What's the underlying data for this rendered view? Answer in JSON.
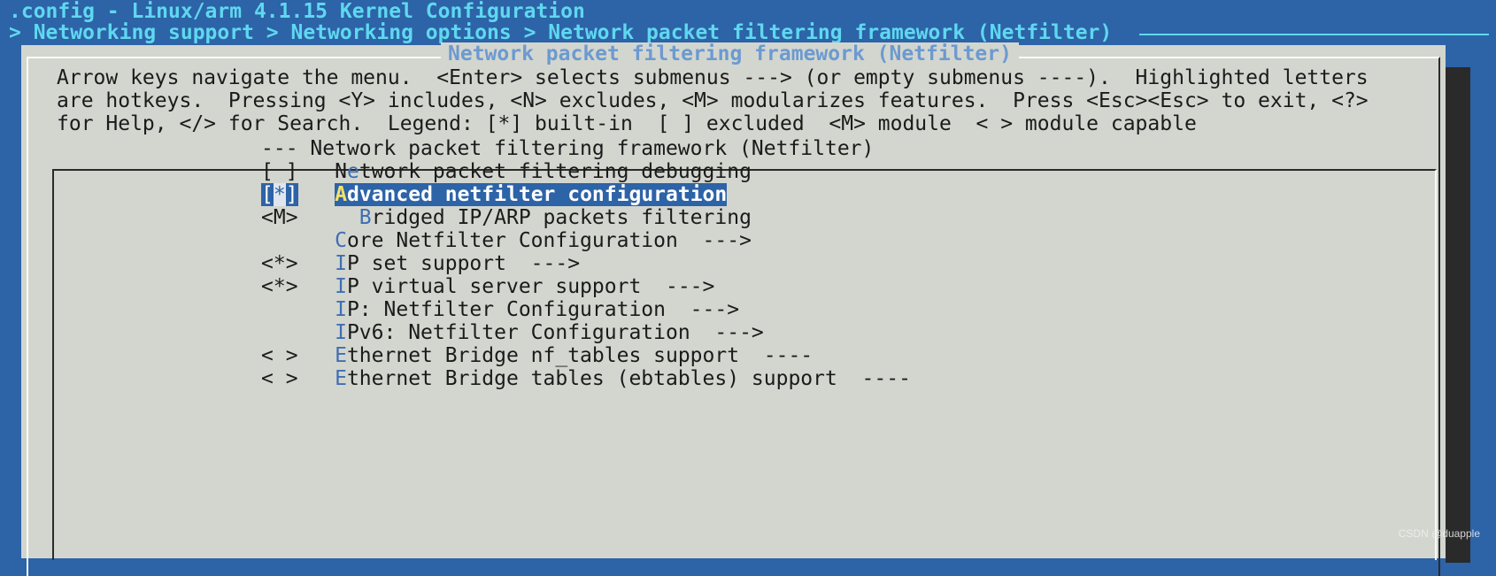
{
  "header": {
    "title": ".config - Linux/arm 4.1.15 Kernel Configuration",
    "breadcrumb": "> Networking support > Networking options > Network packet filtering framework (Netfilter)"
  },
  "dialog": {
    "title": "Network packet filtering framework (Netfilter)",
    "help_lines": [
      "Arrow keys navigate the menu.  <Enter> selects submenus ---> (or empty submenus ----).  Highlighted letters",
      "are hotkeys.  Pressing <Y> includes, <N> excludes, <M> modularizes features.  Press <Esc><Esc> to exit, <?>",
      "for Help, </> for Search.  Legend: [*] built-in  [ ] excluded  <M> module  < > module capable"
    ]
  },
  "menu": {
    "items": [
      {
        "box": "",
        "indent": "",
        "pre": "",
        "hotkey": "",
        "rest": "--- Network packet filtering framework (Netfilter)"
      },
      {
        "box": "[ ]",
        "indent": "",
        "pre": "N",
        "hotkey": "e",
        "rest": "twork packet filtering debugging"
      },
      {
        "box": "[*]",
        "indent": "",
        "pre": "",
        "hotkey": "A",
        "rest": "dvanced netfilter configuration",
        "selected": true
      },
      {
        "box": "<M>",
        "indent": "  ",
        "pre": "",
        "hotkey": "B",
        "rest": "ridged IP/ARP packets filtering"
      },
      {
        "box": "",
        "indent": "",
        "pre": "",
        "hotkey": "C",
        "rest": "ore Netfilter Configuration  --->"
      },
      {
        "box": "<*>",
        "indent": "",
        "pre": "",
        "hotkey": "I",
        "rest": "P set support  --->"
      },
      {
        "box": "<*>",
        "indent": "",
        "pre": "",
        "hotkey": "I",
        "rest": "P virtual server support  --->"
      },
      {
        "box": "",
        "indent": "",
        "pre": "",
        "hotkey": "I",
        "rest": "P: Netfilter Configuration  --->"
      },
      {
        "box": "",
        "indent": "",
        "pre": "",
        "hotkey": "I",
        "rest": "Pv6: Netfilter Configuration  --->"
      },
      {
        "box": "< >",
        "indent": "",
        "pre": "",
        "hotkey": "E",
        "rest": "thernet Bridge nf_tables support  ----"
      },
      {
        "box": "< >",
        "indent": "",
        "pre": "",
        "hotkey": "E",
        "rest": "thernet Bridge tables (ebtables) support  ----"
      }
    ]
  },
  "watermark": "CSDN @duapple",
  "colors": {
    "background": "#2d63a7",
    "dialog": "#d3d6cf",
    "title_text": "#5fd8ef",
    "hotkey": "#3f6eb3",
    "selected_hotkey": "#f5e26a"
  }
}
